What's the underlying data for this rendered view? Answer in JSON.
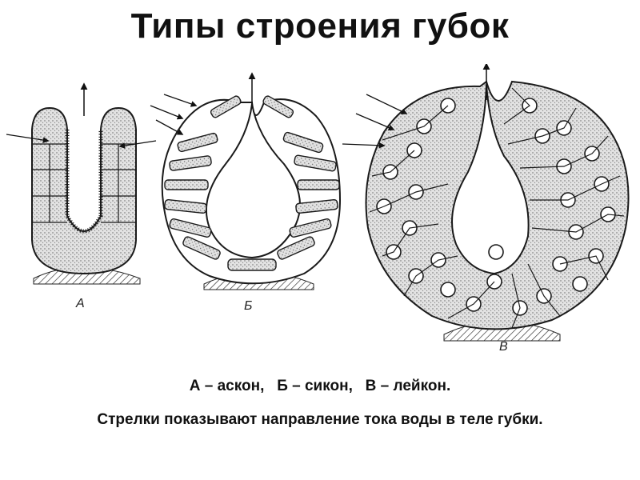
{
  "title": "Типы строения губок",
  "figure": {
    "labels": {
      "askon": "А",
      "sikon": "Б",
      "leikon": "В"
    }
  },
  "captions": {
    "types": "А – аскон,   Б – сикон,   В – лейкон.",
    "note": "Стрелки показывают направление тока воды в теле губки."
  },
  "colors": {
    "text": "#111111",
    "stipple": "#dcdcdc",
    "stroke": "#1a1a1a"
  }
}
